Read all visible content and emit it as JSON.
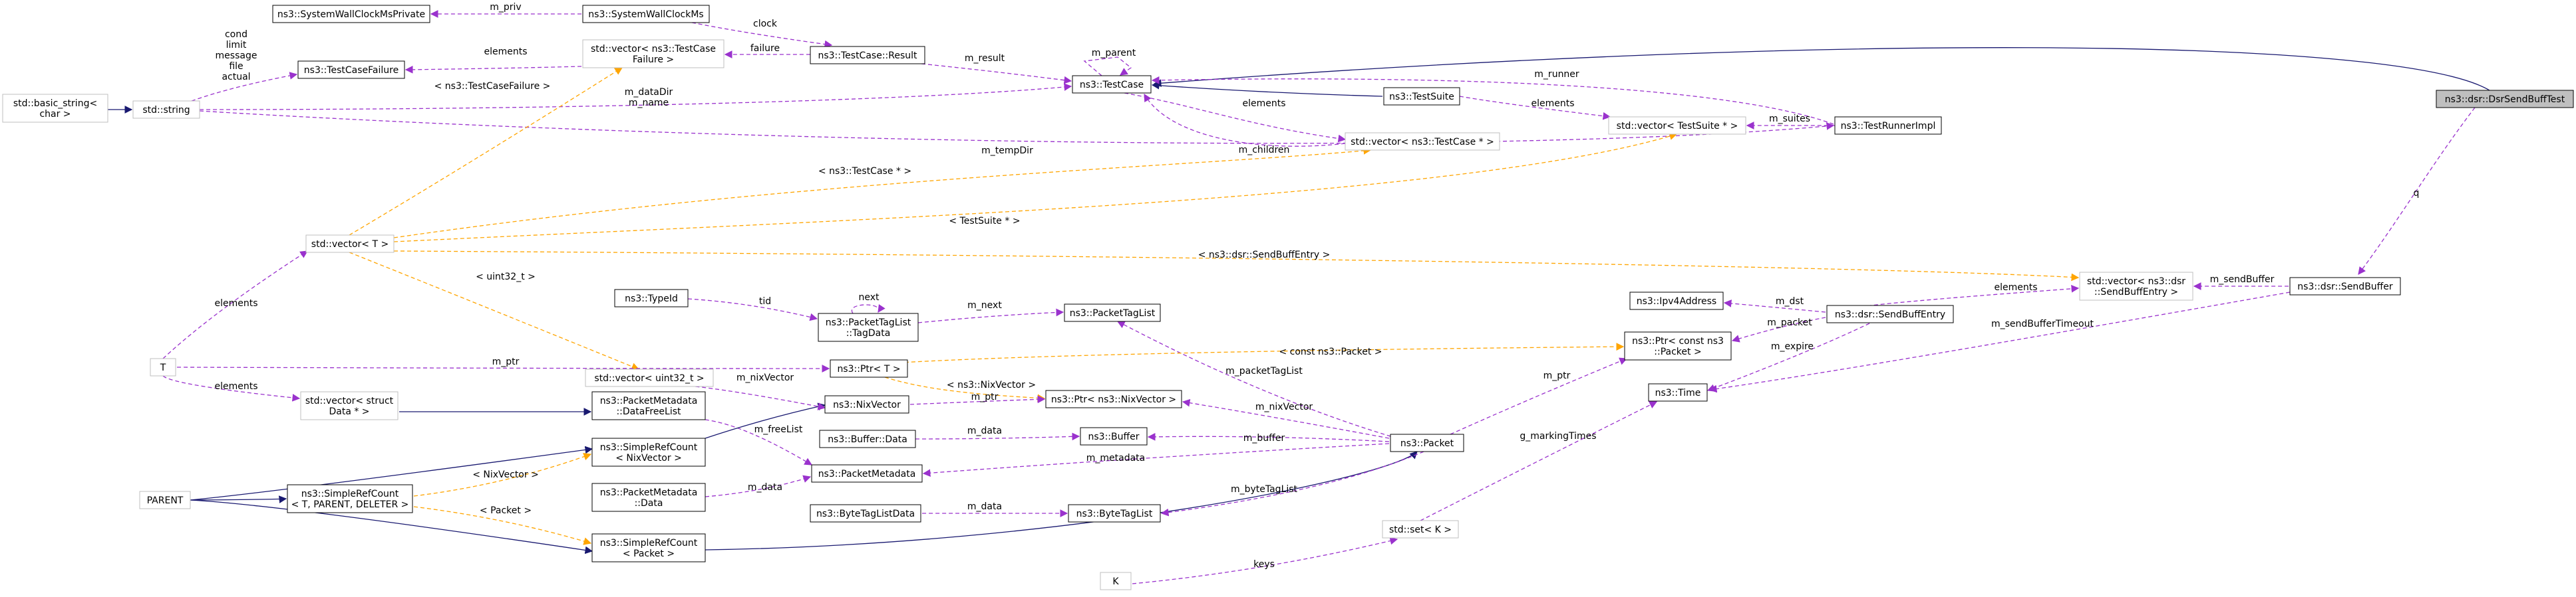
{
  "colors": {
    "inherit": "#191970",
    "usage": "#9a32cd",
    "template": "#ffa500",
    "node_border": "#000000",
    "undoc_border": "#bfbfbf",
    "highlight_fill": "#bfbfbf"
  },
  "nodes": {
    "dsrSendBuffTest": {
      "lines": [
        "ns3::dsr::DsrSendBuffTest"
      ],
      "style": "highlight"
    },
    "sendBuffer": {
      "lines": [
        "ns3::dsr::SendBuffer"
      ],
      "style": "normal"
    },
    "vecSendBuffEntry": {
      "lines": [
        "std::vector< ns3::dsr",
        "::SendBuffEntry >"
      ],
      "style": "undoc"
    },
    "sendBuffEntry": {
      "lines": [
        "ns3::dsr::SendBuffEntry"
      ],
      "style": "normal"
    },
    "ipv4Address": {
      "lines": [
        "ns3::Ipv4Address"
      ],
      "style": "normal"
    },
    "ptrConstPacket": {
      "lines": [
        "ns3::Ptr< const ns3",
        "::Packet >"
      ],
      "style": "normal"
    },
    "time": {
      "lines": [
        "ns3::Time"
      ],
      "style": "normal"
    },
    "setK": {
      "lines": [
        "std::set< K >"
      ],
      "style": "undoc"
    },
    "k": {
      "lines": [
        "K"
      ],
      "style": "undoc"
    },
    "testRunnerImpl": {
      "lines": [
        "ns3::TestRunnerImpl"
      ],
      "style": "normal"
    },
    "vecTestSuite": {
      "lines": [
        "std::vector< TestSuite * >"
      ],
      "style": "undoc"
    },
    "testSuite": {
      "lines": [
        "ns3::TestSuite"
      ],
      "style": "normal"
    },
    "vecTestCase": {
      "lines": [
        "std::vector< ns3::TestCase * >"
      ],
      "style": "undoc"
    },
    "testCase": {
      "lines": [
        "ns3::TestCase"
      ],
      "style": "normal"
    },
    "testCaseResult": {
      "lines": [
        "ns3::TestCase::Result"
      ],
      "style": "normal"
    },
    "systemWallClockMs": {
      "lines": [
        "ns3::SystemWallClockMs"
      ],
      "style": "normal"
    },
    "systemWallClockMsPrivate": {
      "lines": [
        "ns3::SystemWallClockMsPrivate"
      ],
      "style": "normal"
    },
    "vecTestCaseFailure": {
      "lines": [
        "std::vector< ns3::TestCase",
        "Failure >"
      ],
      "style": "undoc"
    },
    "testCaseFailure": {
      "lines": [
        "ns3::TestCaseFailure"
      ],
      "style": "normal"
    },
    "stdString": {
      "lines": [
        "std::string"
      ],
      "style": "undoc"
    },
    "basicString": {
      "lines": [
        "std::basic_string<",
        "char >"
      ],
      "style": "undoc"
    },
    "vecT": {
      "lines": [
        "std::vector< T >"
      ],
      "style": "undoc"
    },
    "tNode": {
      "lines": [
        "T"
      ],
      "style": "undoc"
    },
    "vecStructData": {
      "lines": [
        "std::vector< struct",
        "Data * >"
      ],
      "style": "undoc"
    },
    "parent": {
      "lines": [
        "PARENT"
      ],
      "style": "undoc"
    },
    "simpleRefCount": {
      "lines": [
        "ns3::SimpleRefCount",
        "< T, PARENT, DELETER >"
      ],
      "style": "normal"
    },
    "dataFreeList": {
      "lines": [
        "ns3::PacketMetadata",
        "::DataFreeList"
      ],
      "style": "normal"
    },
    "srcNixVector": {
      "lines": [
        "ns3::SimpleRefCount",
        "< NixVector >"
      ],
      "style": "normal"
    },
    "pmData": {
      "lines": [
        "ns3::PacketMetadata",
        "::Data"
      ],
      "style": "normal"
    },
    "srcPacket": {
      "lines": [
        "ns3::SimpleRefCount",
        "< Packet >"
      ],
      "style": "normal"
    },
    "typeId": {
      "lines": [
        "ns3::TypeId"
      ],
      "style": "normal"
    },
    "vecUint32": {
      "lines": [
        "std::vector< uint32_t >"
      ],
      "style": "undoc"
    },
    "tagData": {
      "lines": [
        "ns3::PacketTagList",
        "::TagData"
      ],
      "style": "normal"
    },
    "packetTagList": {
      "lines": [
        "ns3::PacketTagList"
      ],
      "style": "normal"
    },
    "ptrT": {
      "lines": [
        "ns3::Ptr< T >"
      ],
      "style": "normal"
    },
    "nixVector": {
      "lines": [
        "ns3::NixVector"
      ],
      "style": "normal"
    },
    "ptrNixVector": {
      "lines": [
        "ns3::Ptr< ns3::NixVector >"
      ],
      "style": "normal"
    },
    "bufferData": {
      "lines": [
        "ns3::Buffer::Data"
      ],
      "style": "normal"
    },
    "buffer": {
      "lines": [
        "ns3::Buffer"
      ],
      "style": "normal"
    },
    "packetMetadata": {
      "lines": [
        "ns3::PacketMetadata"
      ],
      "style": "normal"
    },
    "byteTagListData": {
      "lines": [
        "ns3::ByteTagListData"
      ],
      "style": "normal"
    },
    "byteTagList": {
      "lines": [
        "ns3::ByteTagList"
      ],
      "style": "normal"
    },
    "packet": {
      "lines": [
        "ns3::Packet"
      ],
      "style": "normal"
    }
  },
  "edges": [
    {
      "from": "sendBuffer",
      "to": "dsrSendBuffTest",
      "kind": "usage",
      "labels": [
        "q"
      ]
    },
    {
      "from": "testCase",
      "to": "dsrSendBuffTest",
      "kind": "inherit",
      "labels": []
    },
    {
      "from": "vecSendBuffEntry",
      "to": "sendBuffer",
      "kind": "usage",
      "labels": [
        "m_sendBuffer"
      ]
    },
    {
      "from": "time",
      "to": "sendBuffer",
      "kind": "usage",
      "labels": [
        "m_sendBufferTimeout"
      ]
    },
    {
      "from": "sendBuffEntry",
      "to": "vecSendBuffEntry",
      "kind": "usage",
      "labels": [
        "elements"
      ]
    },
    {
      "from": "ipv4Address",
      "to": "sendBuffEntry",
      "kind": "usage",
      "labels": [
        "m_dst"
      ]
    },
    {
      "from": "ptrConstPacket",
      "to": "sendBuffEntry",
      "kind": "usage",
      "labels": [
        "m_packet"
      ]
    },
    {
      "from": "time",
      "to": "sendBuffEntry",
      "kind": "usage",
      "labels": [
        "m_expire"
      ]
    },
    {
      "from": "packet",
      "to": "ptrConstPacket",
      "kind": "usage",
      "labels": [
        "m_ptr"
      ]
    },
    {
      "from": "setK",
      "to": "time",
      "kind": "usage",
      "labels": [
        "g_markingTimes"
      ]
    },
    {
      "from": "k",
      "to": "setK",
      "kind": "usage",
      "labels": [
        "keys"
      ]
    },
    {
      "from": "testSuite",
      "to": "testCase",
      "kind": "inherit",
      "labels": []
    },
    {
      "from": "testRunnerImpl",
      "to": "testCase",
      "kind": "usage",
      "labels": [
        "m_runner"
      ]
    },
    {
      "from": "vecTestSuite",
      "to": "testRunnerImpl",
      "kind": "usage",
      "labels": [
        "m_suites"
      ]
    },
    {
      "from": "testSuite",
      "to": "vecTestSuite",
      "kind": "usage",
      "labels": [
        "elements"
      ]
    },
    {
      "from": "testCase",
      "to": "vecTestCase",
      "kind": "usage",
      "labels": [
        "elements"
      ]
    },
    {
      "from": "vecTestCase",
      "to": "testCase",
      "kind": "usage",
      "labels": [
        "m_children"
      ]
    },
    {
      "from": "testCase",
      "to": "testCase",
      "kind": "usage",
      "labels": [
        "m_parent"
      ]
    },
    {
      "from": "testCaseResult",
      "to": "testCase",
      "kind": "usage",
      "labels": [
        "m_result"
      ]
    },
    {
      "from": "systemWallClockMs",
      "to": "testCaseResult",
      "kind": "usage",
      "labels": [
        "clock"
      ]
    },
    {
      "from": "vecTestCaseFailure",
      "to": "testCaseResult",
      "kind": "usage",
      "labels": [
        "failure"
      ]
    },
    {
      "from": "systemWallClockMsPrivate",
      "to": "systemWallClockMs",
      "kind": "usage",
      "labels": [
        "m_priv"
      ]
    },
    {
      "from": "testCaseFailure",
      "to": "vecTestCaseFailure",
      "kind": "usage",
      "labels": [
        "elements"
      ]
    },
    {
      "from": "stdString",
      "to": "testCaseFailure",
      "kind": "usage",
      "labels": [
        "cond",
        "limit",
        "message",
        "file",
        "actual"
      ]
    },
    {
      "from": "stdString",
      "to": "testCase",
      "kind": "usage",
      "labels": [
        "m_dataDir",
        "m_name"
      ]
    },
    {
      "from": "stdString",
      "to": "testRunnerImpl",
      "kind": "usage",
      "labels": [
        "m_tempDir"
      ]
    },
    {
      "from": "basicString",
      "to": "stdString",
      "kind": "inherit",
      "labels": []
    },
    {
      "from": "vecT",
      "to": "vecTestCaseFailure",
      "kind": "template",
      "labels": [
        "< ns3::TestCaseFailure >"
      ]
    },
    {
      "from": "vecT",
      "to": "vecTestCase",
      "kind": "template",
      "labels": [
        "< ns3::TestCase * >"
      ]
    },
    {
      "from": "vecT",
      "to": "vecTestSuite",
      "kind": "template",
      "labels": [
        "< TestSuite * >"
      ]
    },
    {
      "from": "vecT",
      "to": "vecSendBuffEntry",
      "kind": "template",
      "labels": [
        "< ns3::dsr::SendBuffEntry >"
      ]
    },
    {
      "from": "vecT",
      "to": "vecUint32",
      "kind": "template",
      "labels": [
        "< uint32_t >"
      ]
    },
    {
      "from": "tNode",
      "to": "vecT",
      "kind": "usage",
      "labels": [
        "elements"
      ]
    },
    {
      "from": "tNode",
      "to": "vecStructData",
      "kind": "usage",
      "labels": [
        "elements"
      ]
    },
    {
      "from": "tNode",
      "to": "ptrT",
      "kind": "usage",
      "labels": [
        "m_ptr"
      ]
    },
    {
      "from": "vecStructData",
      "to": "dataFreeList",
      "kind": "inherit",
      "labels": []
    },
    {
      "from": "parent",
      "to": "simpleRefCount",
      "kind": "inherit",
      "labels": []
    },
    {
      "from": "parent",
      "to": "srcNixVector",
      "kind": "inherit",
      "labels": []
    },
    {
      "from": "parent",
      "to": "srcPacket",
      "kind": "inherit",
      "labels": []
    },
    {
      "from": "simpleRefCount",
      "to": "srcNixVector",
      "kind": "template",
      "labels": [
        "< NixVector >"
      ]
    },
    {
      "from": "simpleRefCount",
      "to": "srcPacket",
      "kind": "template",
      "labels": [
        "< Packet >"
      ]
    },
    {
      "from": "dataFreeList",
      "to": "packetMetadata",
      "kind": "usage",
      "labels": [
        "m_freeList"
      ]
    },
    {
      "from": "srcNixVector",
      "to": "nixVector",
      "kind": "inherit",
      "labels": []
    },
    {
      "from": "pmData",
      "to": "packetMetadata",
      "kind": "usage",
      "labels": [
        "m_data"
      ]
    },
    {
      "from": "srcPacket",
      "to": "packet",
      "kind": "inherit",
      "labels": []
    },
    {
      "from": "typeId",
      "to": "tagData",
      "kind": "usage",
      "labels": [
        "tid"
      ]
    },
    {
      "from": "vecUint32",
      "to": "nixVector",
      "kind": "usage",
      "labels": [
        "m_nixVector"
      ]
    },
    {
      "from": "tagData",
      "to": "tagData",
      "kind": "usage",
      "labels": [
        "next"
      ]
    },
    {
      "from": "tagData",
      "to": "packetTagList",
      "kind": "usage",
      "labels": [
        "m_next"
      ]
    },
    {
      "from": "packetTagList",
      "to": "packet",
      "kind": "usage",
      "labels": [
        "m_packetTagList"
      ]
    },
    {
      "from": "ptrT",
      "to": "ptrNixVector",
      "kind": "template",
      "labels": [
        "< ns3::NixVector >"
      ]
    },
    {
      "from": "ptrT",
      "to": "ptrConstPacket",
      "kind": "template",
      "labels": [
        "< const ns3::Packet >"
      ]
    },
    {
      "from": "nixVector",
      "to": "ptrNixVector",
      "kind": "usage",
      "labels": [
        "m_ptr"
      ]
    },
    {
      "from": "ptrNixVector",
      "to": "packet",
      "kind": "usage",
      "labels": [
        "m_nixVector"
      ]
    },
    {
      "from": "bufferData",
      "to": "buffer",
      "kind": "usage",
      "labels": [
        "m_data"
      ]
    },
    {
      "from": "buffer",
      "to": "packet",
      "kind": "usage",
      "labels": [
        "m_buffer"
      ]
    },
    {
      "from": "packetMetadata",
      "to": "packet",
      "kind": "usage",
      "labels": [
        "m_metadata"
      ]
    },
    {
      "from": "byteTagListData",
      "to": "byteTagList",
      "kind": "usage",
      "labels": [
        "m_data"
      ]
    },
    {
      "from": "byteTagList",
      "to": "packet",
      "kind": "usage",
      "labels": [
        "m_byteTagList"
      ]
    }
  ]
}
